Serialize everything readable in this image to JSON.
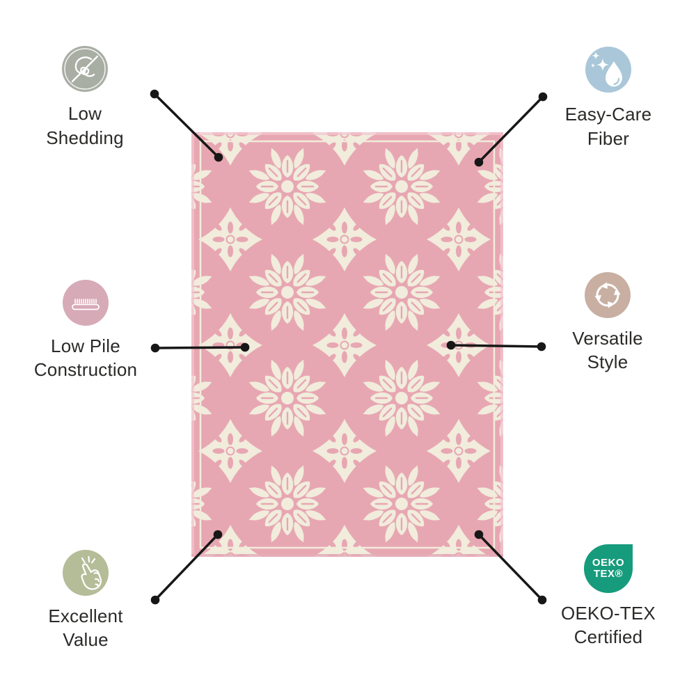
{
  "page": {
    "background_color": "#ffffff"
  },
  "text_color": "#2b2a28",
  "connectors": {
    "color": "#171717"
  },
  "rug": {
    "description": "Pink area rug with cream floral medallion and ornate cross tile pattern",
    "base_color": "#e7a7b2",
    "pattern_color": "#f1ecdc",
    "edge_highlight_color": "#f3c6d0",
    "edge_shadow_color": "#d795a5"
  },
  "features": [
    {
      "id": "low-shedding",
      "label_lines": [
        "Low",
        "Shedding"
      ],
      "icon": "no-shedding-fiber-icon",
      "icon_bg": "#a9aea4",
      "icon_fg": "#ffffff"
    },
    {
      "id": "easy-care-fiber",
      "label_lines": [
        "Easy-Care",
        "Fiber"
      ],
      "icon": "water-drop-sparkles-icon",
      "icon_bg": "#a9c7d9",
      "icon_fg": "#ffffff"
    },
    {
      "id": "low-pile-construction",
      "label_lines": [
        "Low Pile",
        "Construction"
      ],
      "icon": "low-pile-carpet-icon",
      "icon_bg": "#d7aab8",
      "icon_fg": "#ffffff"
    },
    {
      "id": "versatile-style",
      "label_lines": [
        "Versatile",
        "Style"
      ],
      "icon": "rotating-arrows-icon",
      "icon_bg": "#c8afa2",
      "icon_fg": "#ffffff"
    },
    {
      "id": "excellent-value",
      "label_lines": [
        "Excellent",
        "Value"
      ],
      "icon": "finger-snap-icon",
      "icon_bg": "#b5bc98",
      "icon_fg": "#ffffff"
    },
    {
      "id": "oeko-tex-certified",
      "label_lines": [
        "OEKO-TEX",
        "Certified"
      ],
      "icon": "oeko-tex-badge",
      "icon_bg": "#169b7c",
      "icon_fg": "#ffffff",
      "badge_lines": [
        "OEKO",
        "TEX®"
      ]
    }
  ]
}
